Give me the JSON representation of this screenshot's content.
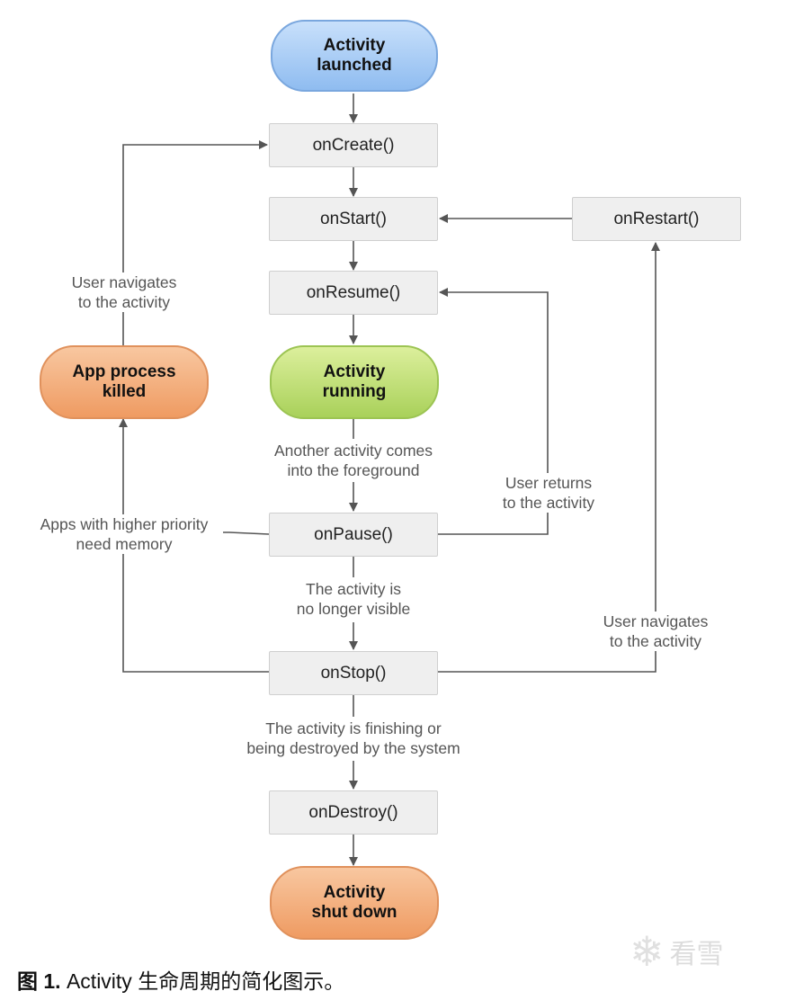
{
  "nodes": {
    "launched": "Activity\nlaunched",
    "on_create": "onCreate()",
    "on_start": "onStart()",
    "on_restart": "onRestart()",
    "on_resume": "onResume()",
    "running": "Activity\nrunning",
    "app_killed": "App process\nkilled",
    "on_pause": "onPause()",
    "on_stop": "onStop()",
    "on_destroy": "onDestroy()",
    "shut_down": "Activity\nshut down"
  },
  "labels": {
    "user_navigates_left": "User navigates\nto the activity",
    "another_activity": "Another activity comes\ninto the foreground",
    "user_returns": "User returns\nto the activity",
    "higher_priority": "Apps with higher priority\nneed memory",
    "no_longer_visible": "The activity is\nno longer visible",
    "user_navigates_right": "User navigates\nto the activity",
    "finishing": "The activity is finishing or\nbeing destroyed by the system"
  },
  "caption": {
    "prefix": "图 1.",
    "text": " Activity 生命周期的简化图示。"
  },
  "watermark": {
    "text": "看雪"
  },
  "colors": {
    "launched": "#a9cdf6",
    "running": "#c2e27b",
    "orange": "#f3b080",
    "method_box": "#efefef",
    "line": "#555555"
  }
}
